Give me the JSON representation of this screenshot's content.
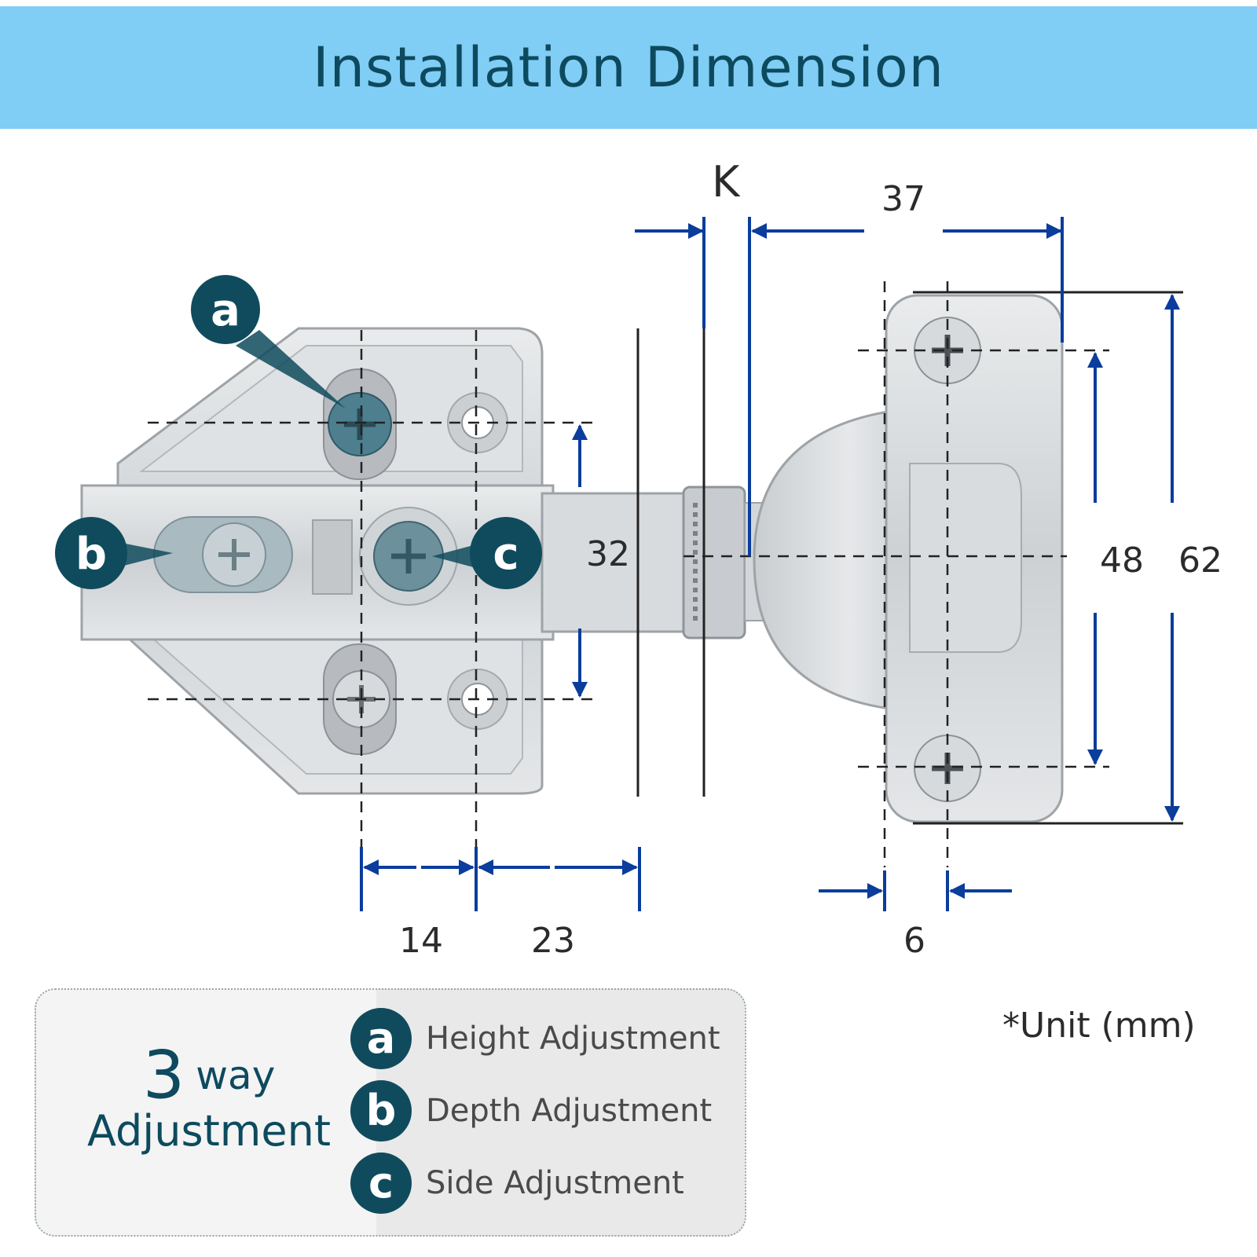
{
  "banner": {
    "title": "Installation Dimension",
    "background": "#80cdf5",
    "text_color": "#0d4a5e"
  },
  "dimensions": {
    "k": "K",
    "d37": "37",
    "d32": "32",
    "d48": "48",
    "d62": "62",
    "d14": "14",
    "d23": "23",
    "d6": "6"
  },
  "callouts": {
    "a": "a",
    "b": "b",
    "c": "c"
  },
  "legend": {
    "number": "3",
    "way": "way",
    "adjustment": "Adjustment",
    "items": [
      {
        "letter": "a",
        "text": "Height Adjustment"
      },
      {
        "letter": "b",
        "text": "Depth Adjustment"
      },
      {
        "letter": "c",
        "text": "Side Adjustment"
      }
    ]
  },
  "unit_note": "*Unit (mm)",
  "colors": {
    "dimension_blue": "#0a3d9c",
    "callout_teal": "#0f4b5d",
    "metal": "#d4d7da"
  }
}
